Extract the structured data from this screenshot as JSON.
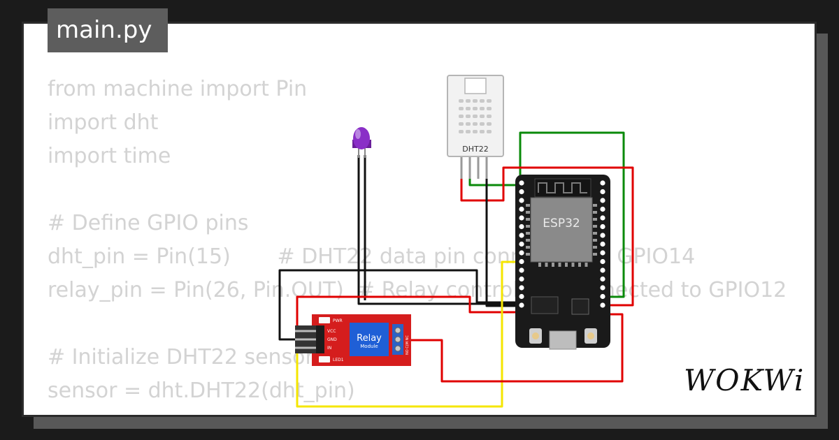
{
  "tab": {
    "filename": "main.py"
  },
  "code_lines": [
    "from machine import Pin",
    "import dht",
    "import time",
    "",
    "# Define GPIO pins",
    "dht_pin = Pin(15)       # DHT22 data pin connected to GPIO14",
    "relay_pin = Pin(26, Pin.OUT)  # Relay control pin connected to GPIO12",
    "",
    "# Initialize DHT22 sensor",
    "sensor = dht.DHT22(dht_pin)"
  ],
  "components": {
    "dht22_label": "DHT22",
    "esp32_label": "ESP32",
    "relay_label": "Relay",
    "relay_sublabel": "Module",
    "relay_pins": [
      "VCC",
      "GND",
      "IN"
    ],
    "relay_leds": [
      "PWR",
      "LED1"
    ],
    "relay_outputs": "NO C(M NC"
  },
  "brand": {
    "logo": "WOKWi"
  },
  "colors": {
    "wire_red": "#e00000",
    "wire_green": "#0a8a0a",
    "wire_black": "#111111",
    "wire_yellow": "#f5e600",
    "relay_board": "#d51d1d",
    "relay_block": "#1f5fd6",
    "led": "#8a2fc7"
  }
}
